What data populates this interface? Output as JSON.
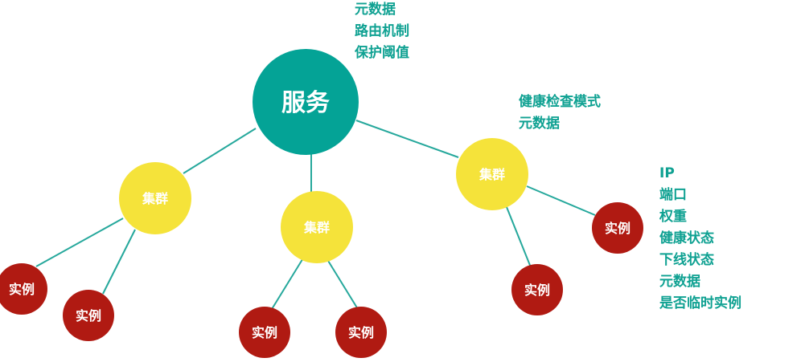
{
  "colors": {
    "edge": "#26a89c",
    "service_fill": "#04a396",
    "cluster_fill": "#f5e33a",
    "instance_fill": "#b01a12",
    "annotation_text": "#0fa192",
    "node_text": "#ffffff"
  },
  "service": {
    "label": "服务"
  },
  "clusters": [
    {
      "label": "集群"
    },
    {
      "label": "集群"
    },
    {
      "label": "集群"
    }
  ],
  "instances": [
    {
      "label": "实例"
    },
    {
      "label": "实例"
    },
    {
      "label": "实例"
    },
    {
      "label": "实例"
    },
    {
      "label": "实例"
    },
    {
      "label": "实例"
    }
  ],
  "annotations": {
    "service_attributes": [
      "元数据",
      "路由机制",
      "保护阈值"
    ],
    "cluster_attributes": [
      "健康检查模式",
      "元数据"
    ],
    "instance_attributes": [
      "IP",
      "端口",
      "权重",
      "健康状态",
      "下线状态",
      "元数据",
      "是否临时实例"
    ]
  }
}
